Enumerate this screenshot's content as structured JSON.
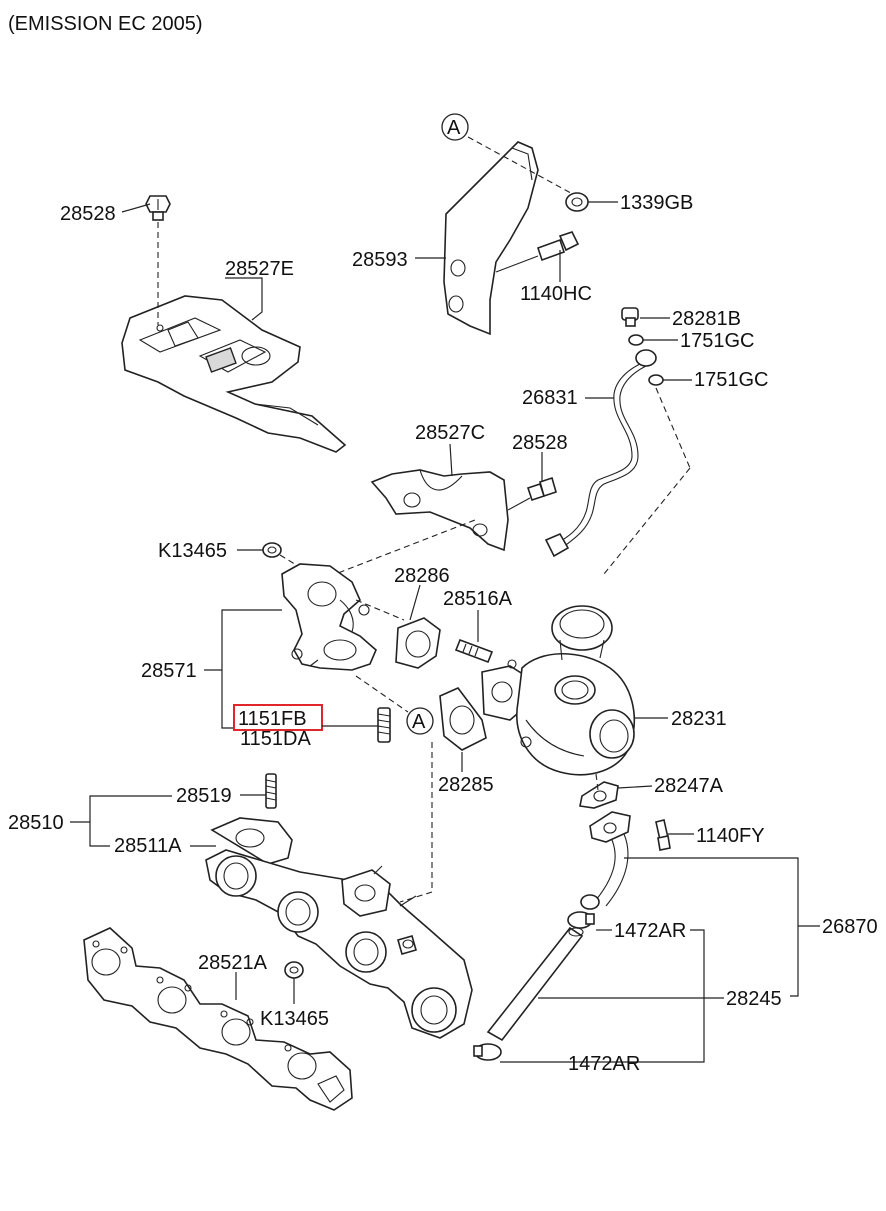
{
  "header": {
    "title": "(EMISSION EC  2005)"
  },
  "callout": {
    "marker": "A"
  },
  "highlight_color": "#e0262b",
  "labels": {
    "p1339GB": "1339GB",
    "p28528_top": "28528",
    "p28527E": "28527E",
    "p28593": "28593",
    "p1140HC": "1140HC",
    "p28281B": "28281B",
    "p1751GC_a": "1751GC",
    "p1751GC_b": "1751GC",
    "p26831": "26831",
    "p28527C": "28527C",
    "p28528_mid": "28528",
    "pK13465_top": "K13465",
    "p28286": "28286",
    "p28516A": "28516A",
    "p28571": "28571",
    "p28231": "28231",
    "p1151FB": "1151FB",
    "p1151DA": "1151DA",
    "p28285": "28285",
    "p28247A": "28247A",
    "p28519": "28519",
    "p28510": "28510",
    "p1140FY": "1140FY",
    "p28511A": "28511A",
    "p26870": "26870",
    "p1472AR_a": "1472AR",
    "p28521A": "28521A",
    "p28245": "28245",
    "pK13465_bot": "K13465",
    "p1472AR_b": "1472AR"
  }
}
